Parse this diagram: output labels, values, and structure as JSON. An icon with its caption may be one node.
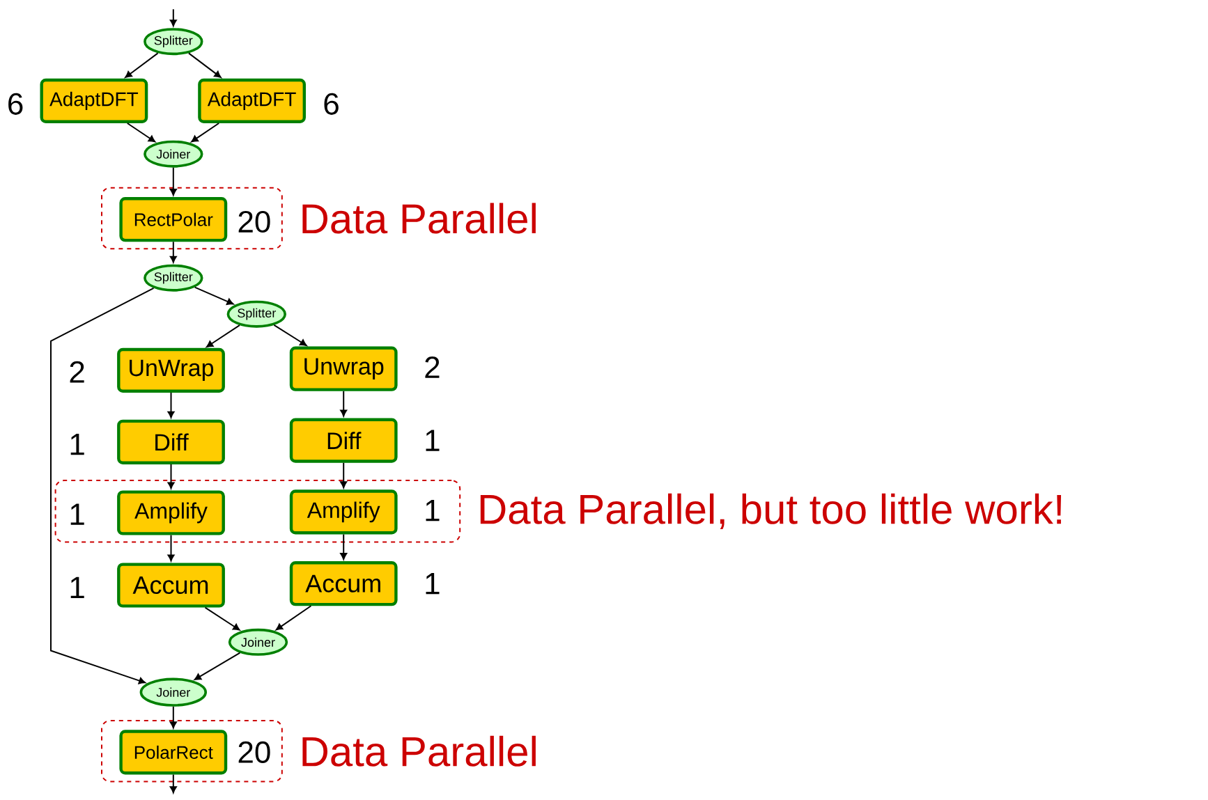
{
  "diagram": {
    "nodes": [
      {
        "text": [
          "Splitter"
        ]
      },
      {
        "text": [
          "AdaptDFT"
        ],
        "beside": [
          "6"
        ]
      },
      {
        "text": [
          "AdaptDFT"
        ],
        "beside": [
          "6"
        ]
      },
      {
        "text": [
          "Joiner"
        ]
      },
      {
        "text": [
          "Data Parallel"
        ]
      },
      {
        "text": [
          "RectPolar"
        ],
        "beside": [
          "20"
        ],
        "in": 4
      },
      {
        "text": [
          "Splitter"
        ]
      },
      {
        "text": [
          "Splitter"
        ]
      },
      {
        "text": [
          "UnWrap"
        ],
        "beside": [
          "2"
        ]
      },
      {
        "text": [
          "Unwrap"
        ],
        "beside": [
          "2"
        ]
      },
      {
        "text": [
          "Diff"
        ],
        "beside": [
          "1"
        ]
      },
      {
        "text": [
          "Diff"
        ],
        "beside": [
          "1"
        ]
      },
      {
        "text": [
          "Data Parallel, but too little work!"
        ]
      },
      {
        "text": [
          "Amplify"
        ],
        "beside": [
          "1"
        ],
        "in": 12
      },
      {
        "text": [
          "Amplify"
        ],
        "beside": [
          "1"
        ],
        "in": 12
      },
      {
        "text": [
          "Accum"
        ],
        "beside": [
          "1"
        ]
      },
      {
        "text": [
          "Accum"
        ],
        "beside": [
          "1"
        ]
      },
      {
        "text": [
          "Joiner"
        ]
      },
      {
        "text": [
          "Joiner"
        ]
      },
      {
        "text": [
          "Data Parallel"
        ]
      },
      {
        "text": [
          "PolarRect"
        ],
        "beside": [
          "20"
        ],
        "in": 19
      }
    ],
    "edges": [
      {
        "from": null,
        "to": 0,
        "arrow": "to"
      },
      {
        "from": 0,
        "to": 1,
        "arrow": "to"
      },
      {
        "from": 0,
        "to": 2,
        "arrow": "to"
      },
      {
        "from": 1,
        "to": 3,
        "arrow": "to"
      },
      {
        "from": 2,
        "to": 3,
        "arrow": "to"
      },
      {
        "from": 3,
        "to": 5,
        "arrow": "to"
      },
      {
        "from": 5,
        "to": 6,
        "arrow": "to"
      },
      {
        "from": 6,
        "to": 7,
        "arrow": "to"
      },
      {
        "from": 6,
        "to": 18,
        "arrow": "to"
      },
      {
        "from": 7,
        "to": 8,
        "arrow": "to"
      },
      {
        "from": 7,
        "to": 9,
        "arrow": "to"
      },
      {
        "from": 8,
        "to": 10,
        "arrow": "to"
      },
      {
        "from": 9,
        "to": 11,
        "arrow": "to"
      },
      {
        "from": 10,
        "to": 13,
        "arrow": "to"
      },
      {
        "from": 11,
        "to": 14,
        "arrow": "to"
      },
      {
        "from": 13,
        "to": 15,
        "arrow": "to"
      },
      {
        "from": 14,
        "to": 16,
        "arrow": "to"
      },
      {
        "from": 15,
        "to": 17,
        "arrow": "to"
      },
      {
        "from": 16,
        "to": 17,
        "arrow": "to"
      },
      {
        "from": 17,
        "to": 18,
        "arrow": "to"
      },
      {
        "from": 18,
        "to": 20,
        "arrow": "to"
      },
      {
        "from": 20,
        "to": null,
        "arrow": "to"
      }
    ]
  }
}
